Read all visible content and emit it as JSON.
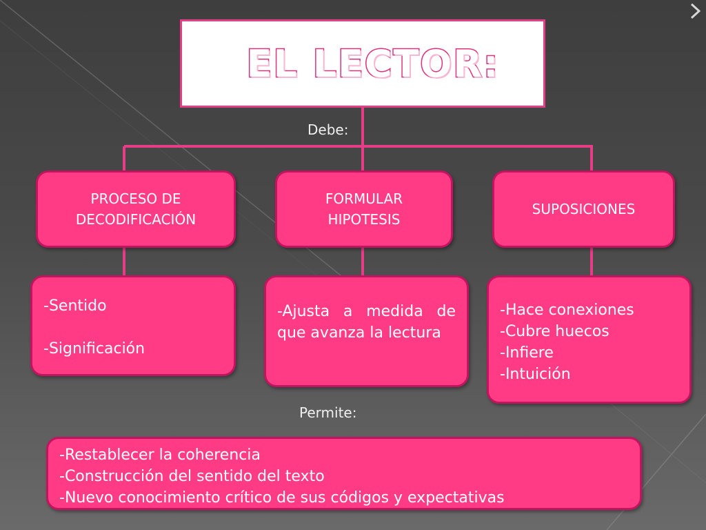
{
  "title": "EL LECTOR:",
  "labels": {
    "debe": "Debe:",
    "permite": "Permite:"
  },
  "branches": [
    {
      "heading_lines": [
        "PROCESO DE",
        "DECODIFICACIÓN"
      ],
      "details": [
        "-Sentido",
        "-Significación"
      ]
    },
    {
      "heading_lines": [
        "FORMULAR",
        "HIPOTESIS"
      ],
      "details_text": "-Ajusta a medida de que avanza la lectura"
    },
    {
      "heading_lines": [
        "SUPOSICIONES"
      ],
      "details": [
        "-Hace conexiones",
        "-Cubre huecos",
        "-Infiere",
        "-Intuición"
      ]
    }
  ],
  "result": {
    "items": [
      "-Restablecer la coherencia",
      "-Construcción del sentido del texto",
      "-Nuevo conocimiento crítico de sus códigos y expectativas"
    ]
  },
  "colors": {
    "box_fill": "#ff3b86",
    "box_border": "#c2145f",
    "connector": "#e63d86",
    "title_stroke": "#e0307a"
  }
}
